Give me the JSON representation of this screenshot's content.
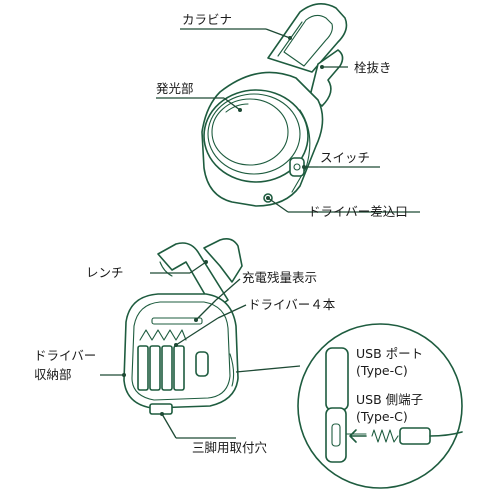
{
  "labels": {
    "carabiner": "カラビナ",
    "light": "発光部",
    "opener": "栓抜き",
    "switch": "スイッチ",
    "driver_slot": "ドライバー差込口",
    "wrench": "レンチ",
    "battery": "充電残量表示",
    "drivers": "ドライバー４本",
    "driver_storage_1": "ドライバー",
    "driver_storage_2": "収納部",
    "tripod": "三脚用取付穴",
    "usb_port_1": "USB ポート",
    "usb_port_2": "(Type-C)",
    "usb_terminal_1": "USB 側端子",
    "usb_terminal_2": "(Type-C)"
  },
  "colors": {
    "ink": "#1e5c3f",
    "leader": "#1e4a35",
    "text": "#1a1a1a"
  }
}
